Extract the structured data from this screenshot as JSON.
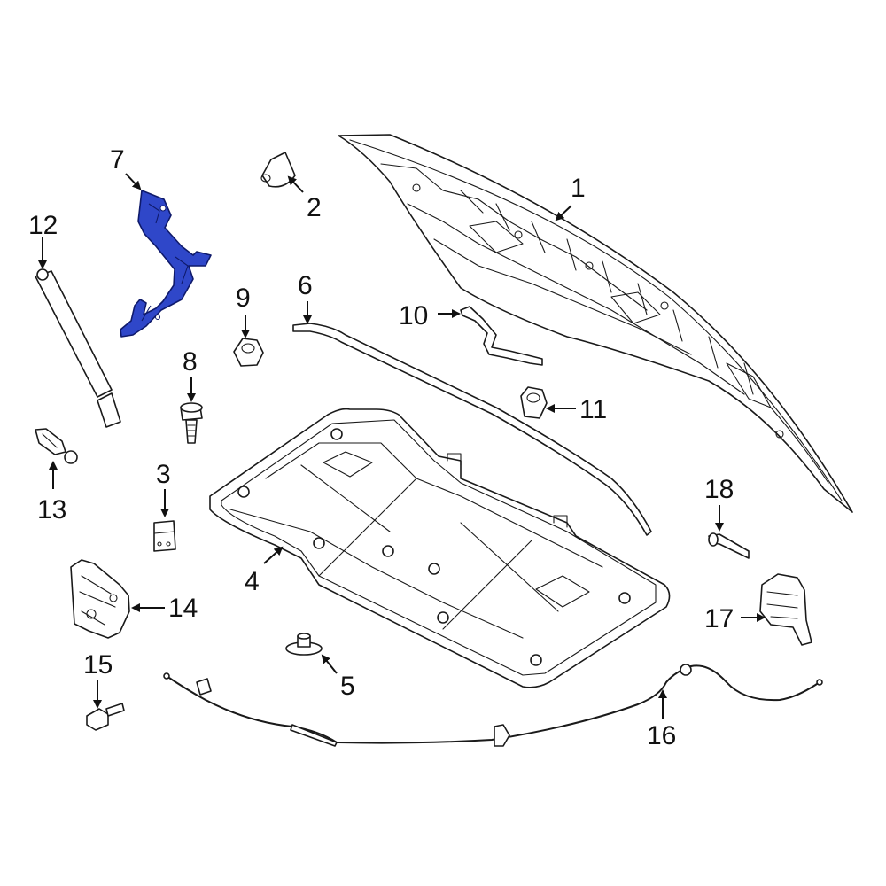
{
  "diagram": {
    "highlight_color": "#2f47c9",
    "line_color": "#1a1a1a",
    "background": "#ffffff"
  },
  "callouts": {
    "c1": "1",
    "c2": "2",
    "c3": "3",
    "c4": "4",
    "c5": "5",
    "c6": "6",
    "c7": "7",
    "c8": "8",
    "c9": "9",
    "c10": "10",
    "c11": "11",
    "c12": "12",
    "c13": "13",
    "c14": "14",
    "c15": "15",
    "c16": "16",
    "c17": "17",
    "c18": "18"
  }
}
